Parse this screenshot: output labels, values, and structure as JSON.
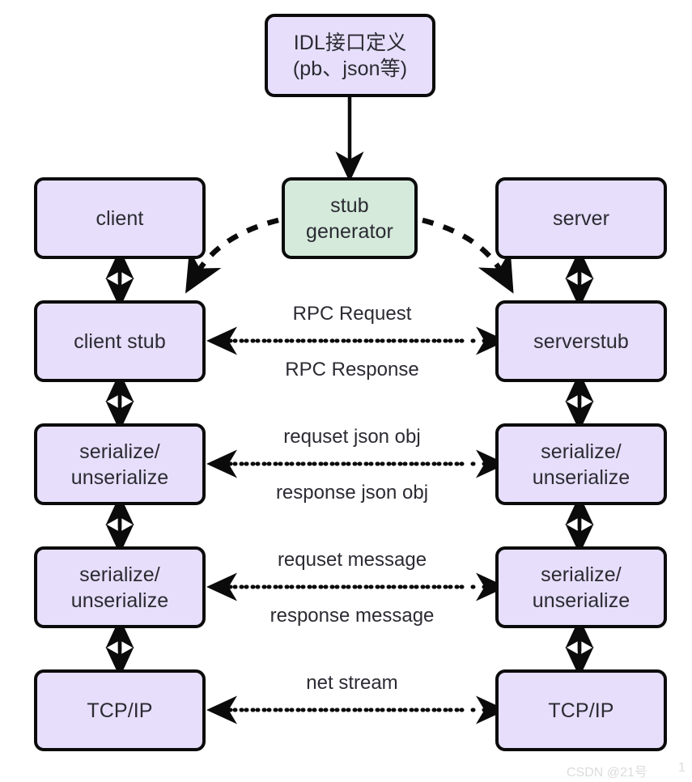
{
  "diagram": {
    "title": "RPC layered architecture diagram",
    "colors": {
      "box_fill_lavender": "#e6defa",
      "box_fill_green": "#d5eadb",
      "border": "#0b0b0b",
      "text": "#2b2b33",
      "background": "#ffffff",
      "watermark": "#dcdcdc"
    },
    "nodes": {
      "idl": "IDL接口定义\n(pb、json等)",
      "client": "client",
      "stub_generator": "stub\ngenerator",
      "server": "server",
      "client_stub": "client stub",
      "server_stub": "serverstub",
      "client_serialize_1": "serialize/\nunserialize",
      "server_serialize_1": "serialize/\nunserialize",
      "client_serialize_2": "serialize/\nunserialize",
      "server_serialize_2": "serialize/\nunserialize",
      "client_tcpip": "TCP/IP",
      "server_tcpip": "TCP/IP"
    },
    "edge_labels": {
      "rpc_request": "RPC Request",
      "rpc_response": "RPC Response",
      "requset_json_obj": "requset json obj",
      "response_json_obj": "response json obj",
      "requset_message": "requset message",
      "response_message": "response message",
      "net_stream": "net stream"
    },
    "watermark": {
      "text": "CSDN @21号",
      "page_number": "1"
    }
  }
}
